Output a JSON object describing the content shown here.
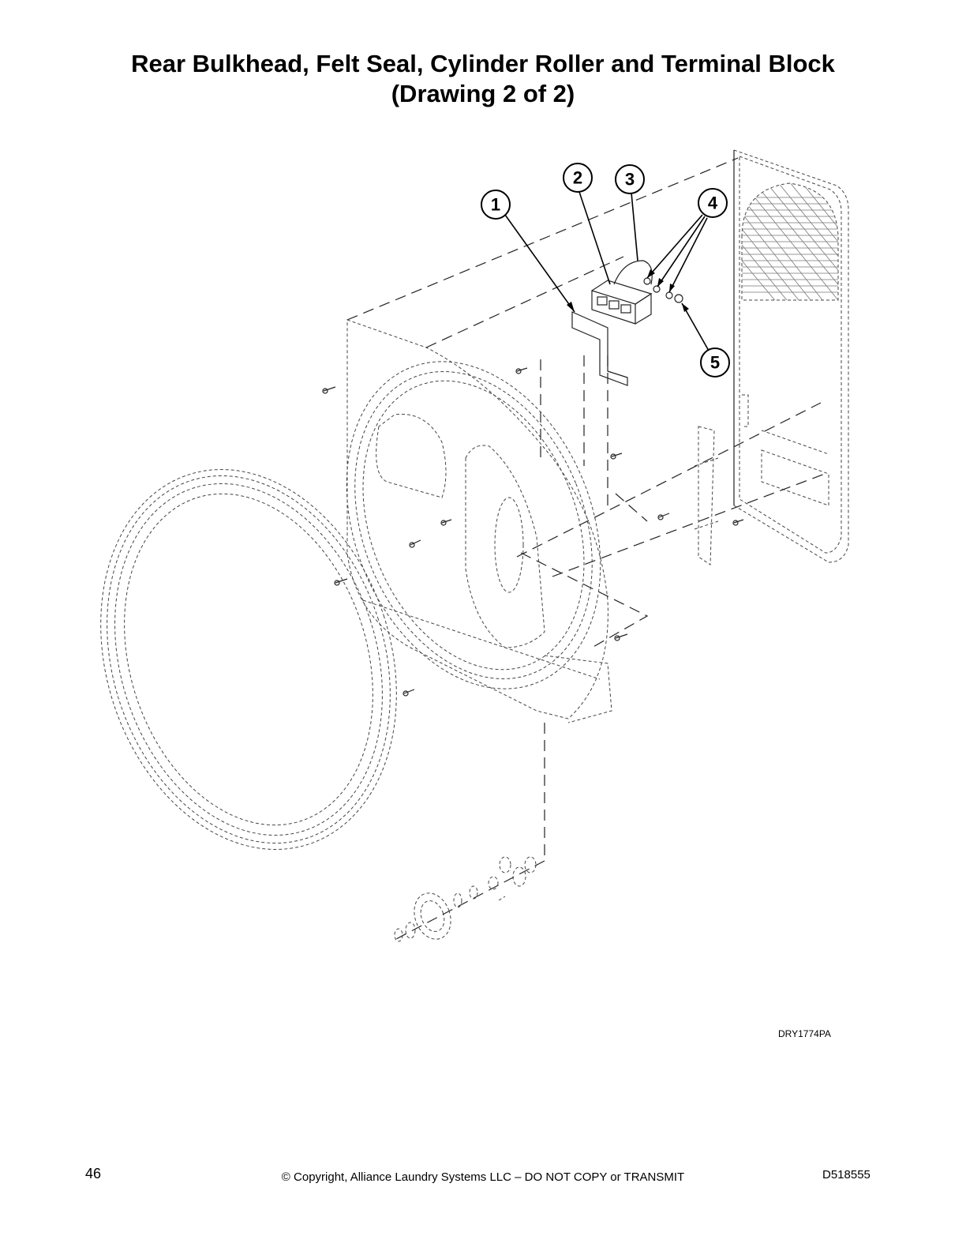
{
  "page": {
    "title_line1": "Rear Bulkhead, Felt Seal, Cylinder Roller and Terminal Block",
    "title_line2": "(Drawing 2 of 2)"
  },
  "drawing": {
    "id": "DRY1774PA",
    "callouts": [
      "1",
      "2",
      "3",
      "4",
      "5"
    ]
  },
  "footer": {
    "page_number": "46",
    "copyright": "© Copyright, Alliance Laundry Systems LLC – DO NOT COPY or TRANSMIT",
    "document_number": "D518555"
  }
}
